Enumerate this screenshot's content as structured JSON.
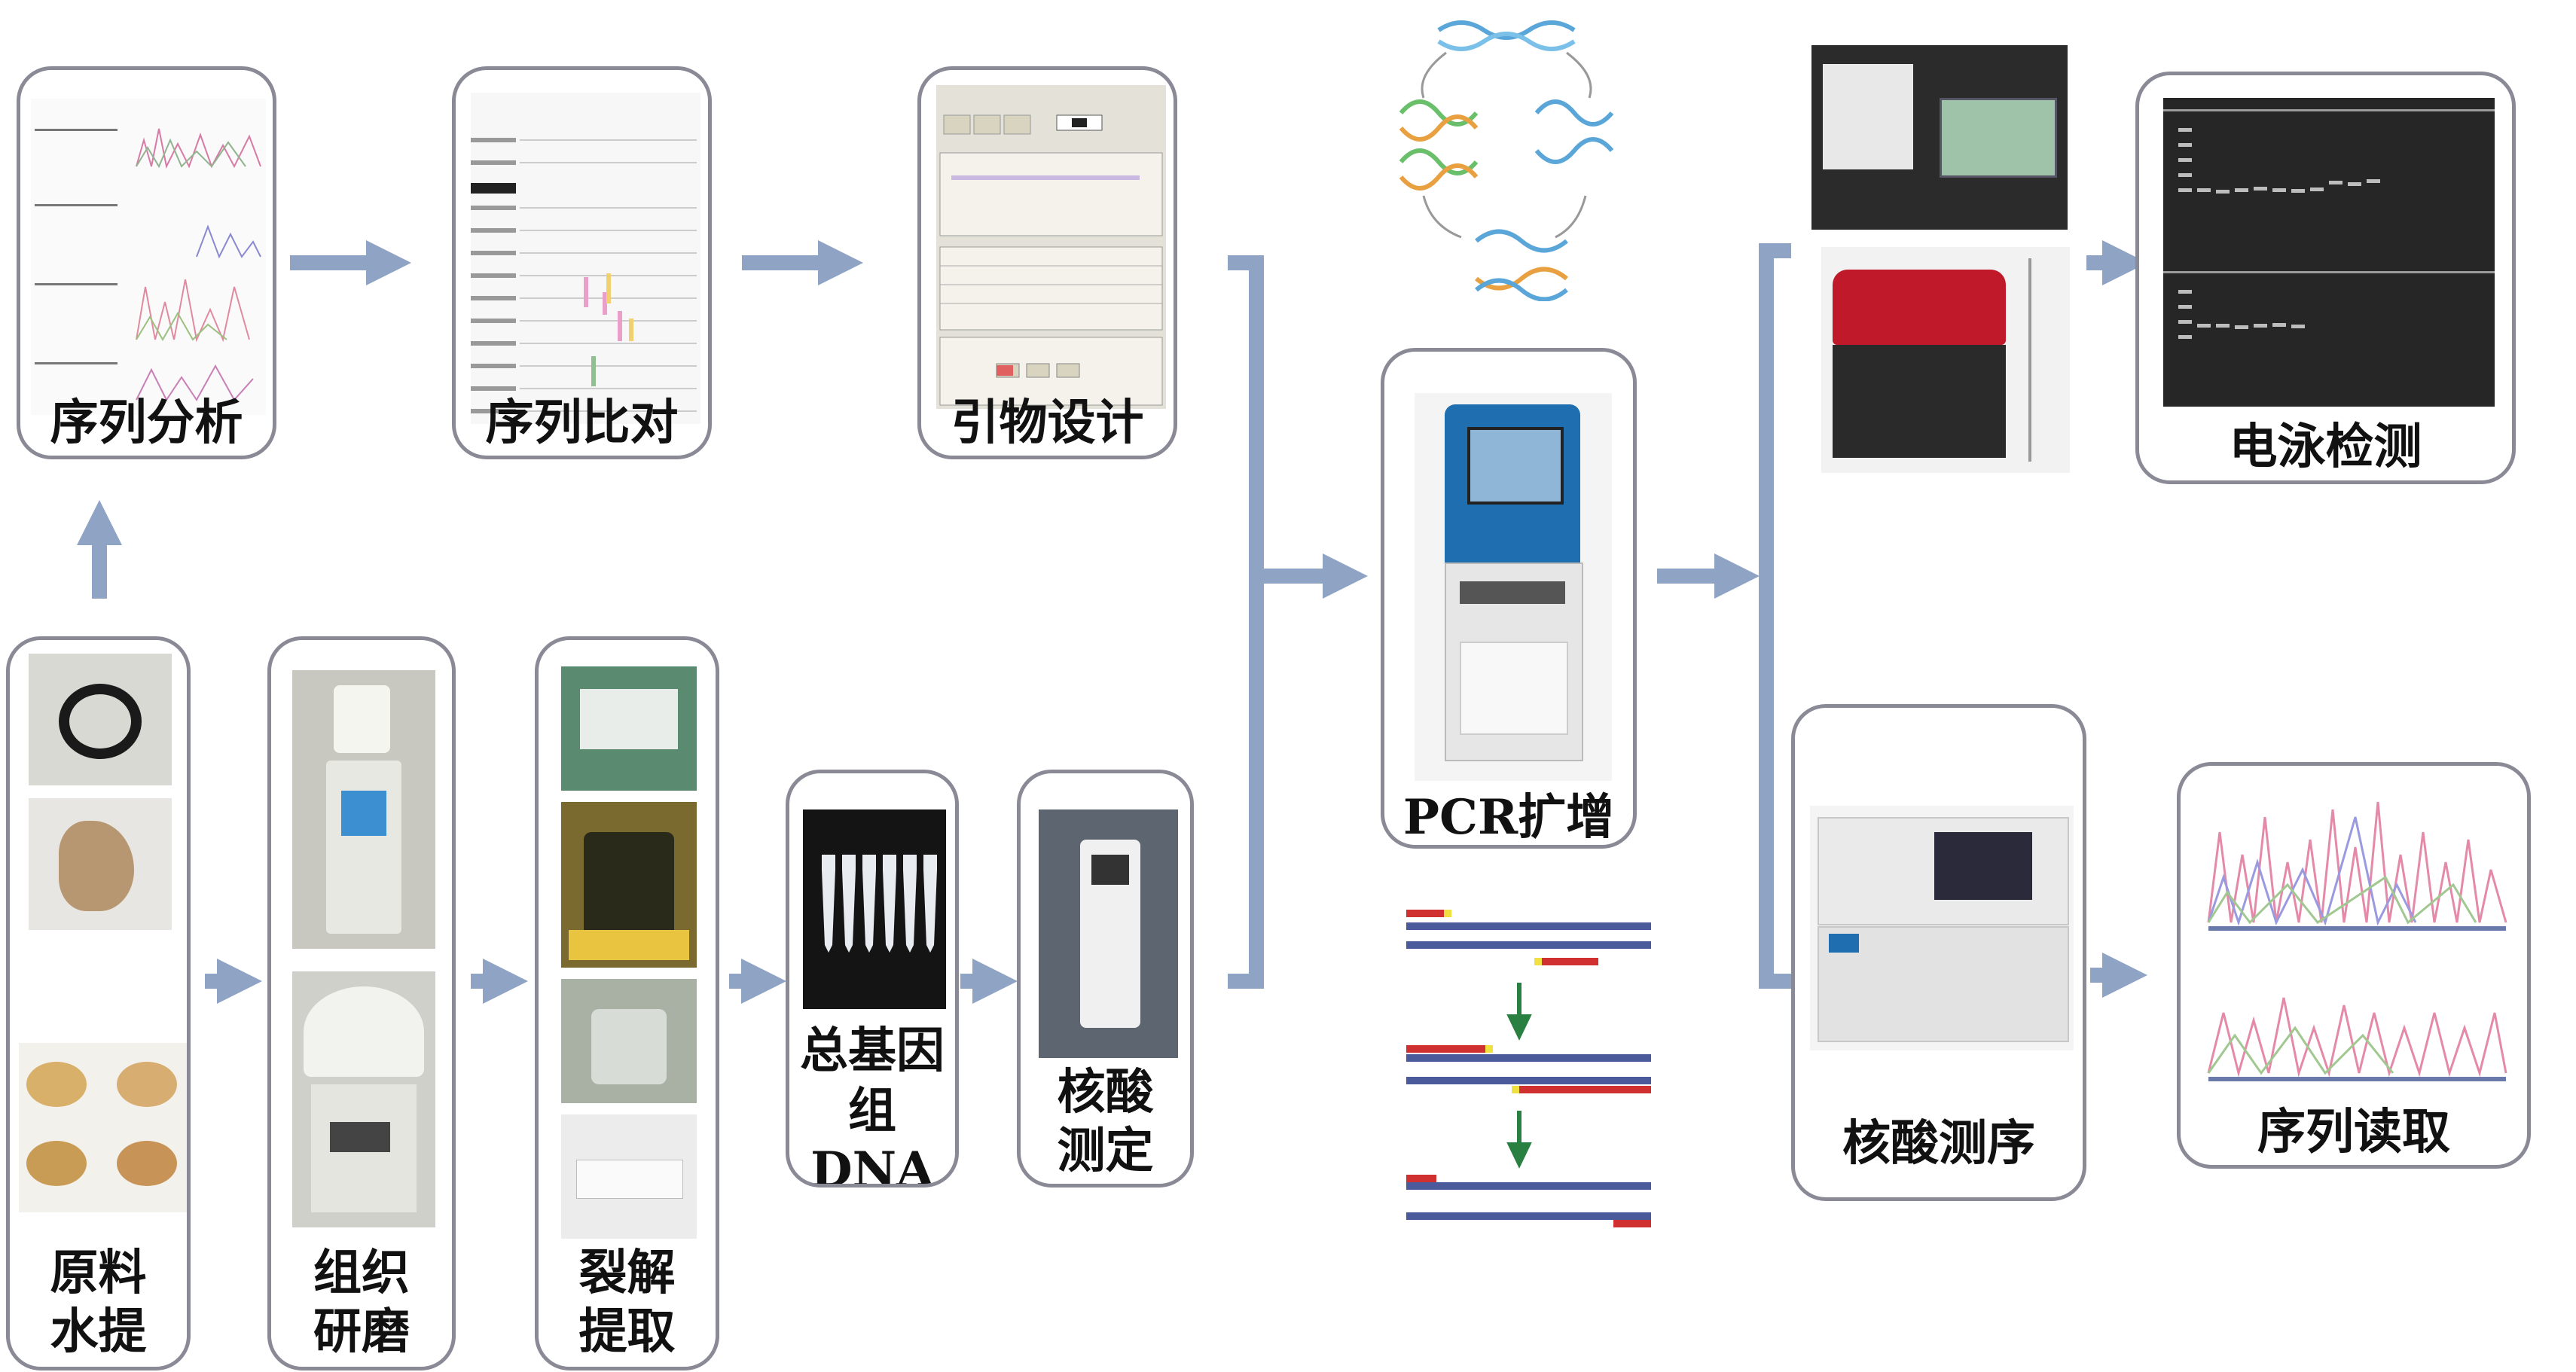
{
  "steps": {
    "seq_analysis": "序列分析",
    "seq_align": "序列比对",
    "primer_design": "引物设计",
    "raw_water": [
      "原料",
      "水提"
    ],
    "tissue_grind": [
      "组织",
      "研磨"
    ],
    "lysis_extract": [
      "裂解",
      "提取"
    ],
    "total_dna": [
      "总基因",
      "组DNA"
    ],
    "nucleic_measure": [
      "核酸",
      "测定"
    ],
    "pcr": "PCR扩增",
    "electrophoresis": "电泳检测",
    "sequencing": "核酸测序",
    "seq_read": "序列读取"
  },
  "colors": {
    "arrow": "#8fa3c4",
    "box_border": "#8a8a96",
    "instrument_blue": "#1f6fb0",
    "gel": "#262626"
  }
}
